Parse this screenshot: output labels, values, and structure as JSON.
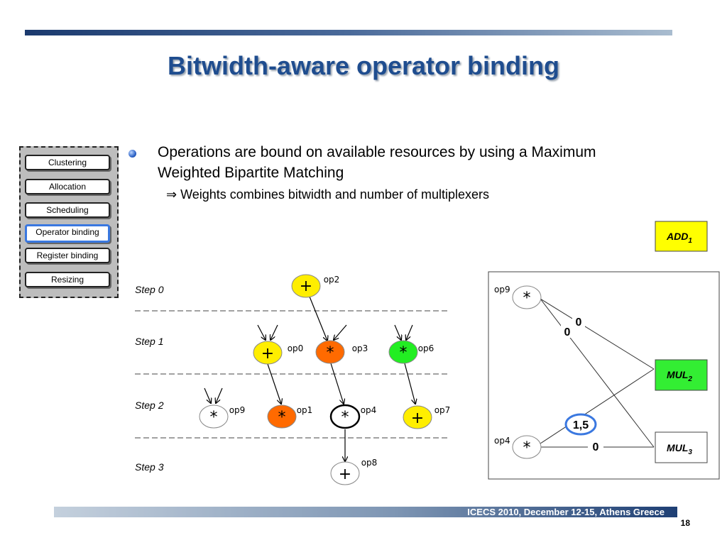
{
  "title": "Bitwidth-aware operator binding",
  "flow_steps": [
    {
      "label": "Clustering",
      "active": false
    },
    {
      "label": "Allocation",
      "active": false
    },
    {
      "label": "Scheduling",
      "active": false
    },
    {
      "label": "Operator binding",
      "active": true
    },
    {
      "label": "Register binding",
      "active": false
    },
    {
      "label": "Resizing",
      "active": false
    }
  ],
  "bullet": "Operations are bound on available resources by using a Maximum Weighted Bipartite Matching",
  "sub_bullet": {
    "arrow": "⇒",
    "text": "Weights combines bitwidth and number of multiplexers"
  },
  "schedule": {
    "steps": [
      "Step 0",
      "Step 1",
      "Step 2",
      "Step 3"
    ],
    "nodes": {
      "op2": {
        "symbol": "+",
        "label": "op2",
        "color": "#ffee00"
      },
      "op0": {
        "symbol": "+",
        "label": "op0",
        "color": "#ffee00"
      },
      "op3": {
        "symbol": "*",
        "label": "op3",
        "color": "#ff6a00"
      },
      "op6": {
        "symbol": "*",
        "label": "op6",
        "color": "#22ee22"
      },
      "op9": {
        "symbol": "*",
        "label": "op9",
        "color": "#ffffff"
      },
      "op1": {
        "symbol": "*",
        "label": "op1",
        "color": "#ff6a00"
      },
      "op4": {
        "symbol": "*",
        "label": "op4",
        "color": "#ffffff"
      },
      "op7": {
        "symbol": "+",
        "label": "op7",
        "color": "#ffee00"
      },
      "op8": {
        "symbol": "+",
        "label": "op8",
        "color": "#ffffff"
      }
    }
  },
  "matching": {
    "resources": {
      "add1": {
        "name": "ADD",
        "sub": "1",
        "color": "#ffff00"
      },
      "mul2": {
        "name": "MUL",
        "sub": "2",
        "color": "#33ee33"
      },
      "mul3": {
        "name": "MUL",
        "sub": "3",
        "color": "#ffffff"
      }
    },
    "ops": {
      "op9": {
        "symbol": "*",
        "label": "op9"
      },
      "op4": {
        "symbol": "*",
        "label": "op4"
      }
    },
    "weights": {
      "op9_mul2_a": "0",
      "op9_mul2_b": "0",
      "op4_mul2": "1,5",
      "op4_mul3": "0"
    }
  },
  "footer": "ICECS 2010, December 12-15, Athens Greece",
  "page_number": "18"
}
